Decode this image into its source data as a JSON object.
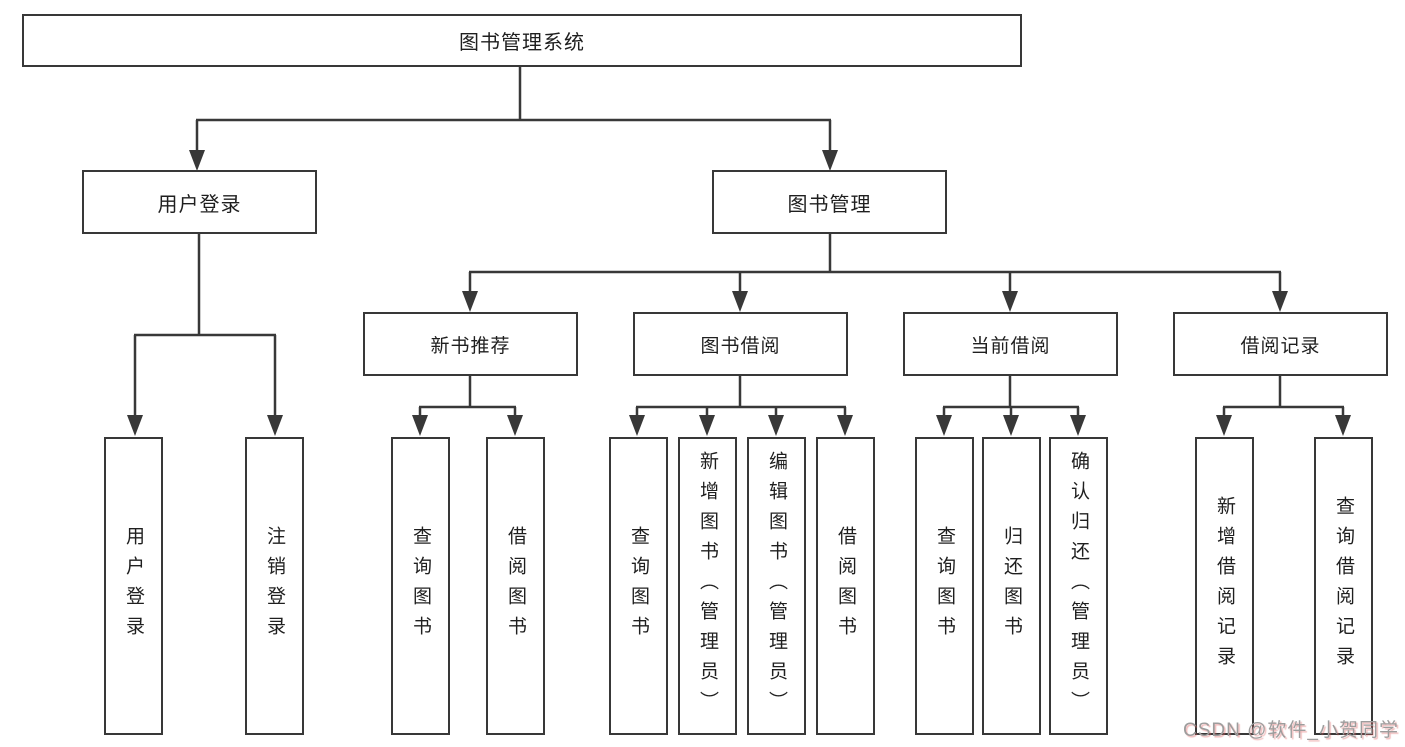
{
  "diagram": {
    "title": "图书管理系统",
    "root": "图书管理系统",
    "level2": [
      "用户登录",
      "图书管理"
    ],
    "level3": [
      "新书推荐",
      "图书借阅",
      "当前借阅",
      "借阅记录"
    ],
    "leaves": [
      "用户登录",
      "注销登录",
      "查询图书",
      "借阅图书",
      "查询图书",
      "新增图书（管理员）",
      "编辑图书（管理员）",
      "借阅图书",
      "查询图书",
      "归还图书",
      "确认归还（管理员）",
      "新增借阅记录",
      "查询借阅记录"
    ]
  },
  "watermark": {
    "text": "CSDN @软件_小贺同学"
  },
  "colors": {
    "line": "#383838",
    "box_border": "#383838",
    "background": "#ffffff",
    "text": "#1f1f1f",
    "watermark_gray": "#9d9d9d",
    "watermark_red_shadow": "#de6262"
  }
}
